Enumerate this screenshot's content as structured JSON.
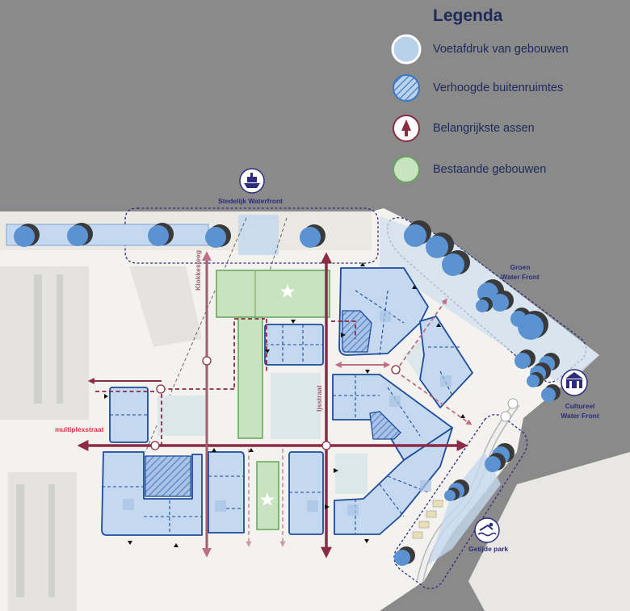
{
  "legend": {
    "title": "Legenda",
    "items": [
      {
        "label": "Voetafdruk van gebouwen",
        "icon": "building-footprint-icon",
        "color": "#b9d0ea"
      },
      {
        "label": "Verhoogde buitenruimtes",
        "icon": "raised-outdoor-space-icon",
        "color": "#6f9fd6"
      },
      {
        "label": "Belangrijkste assen",
        "icon": "main-axis-arrow-icon",
        "color": "#8b2b44"
      },
      {
        "label": "Bestaande gebouwen",
        "icon": "existing-building-icon",
        "color": "#c8e3c0"
      }
    ]
  },
  "labels": {
    "waterfront": "Stedelijk Waterfront",
    "green_front_1": "Groen",
    "green_front_2": "Water Front",
    "cultural_front_1": "Cultureel",
    "cultural_front_2": "Water Front",
    "tidal_park": "Getijde park",
    "klokkesteeg": "Klokkesteeg",
    "ijsstraat": "Ijsstraat",
    "multiplexstraat": "multiplexstraat"
  },
  "icons": {
    "waterfront": "ship-icon",
    "cultural": "theatre-building-icon",
    "tidal_park": "swimmer-icon"
  },
  "colors": {
    "background_water": "#8a8a8a",
    "land": "#f3f2ee",
    "building_fill": "#c4d8ef",
    "building_stroke": "#1e4b9c",
    "axis": "#8b2b44",
    "pedestrian": "#c06d87",
    "green": "#c8e3c0",
    "navy": "#2d2c7c"
  }
}
